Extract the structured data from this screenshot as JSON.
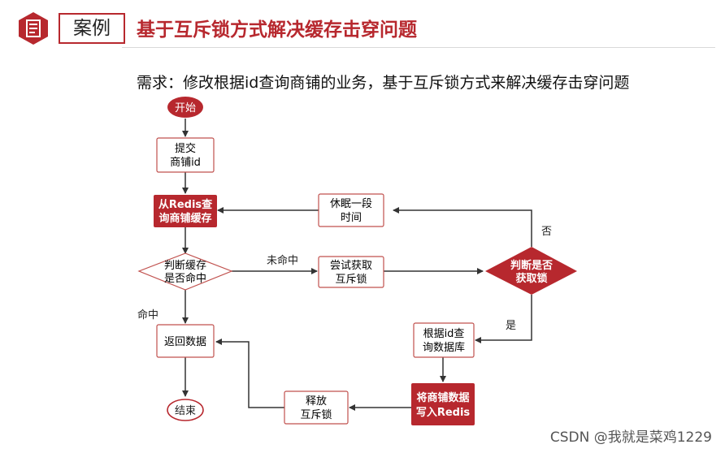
{
  "header": {
    "badge_label": "案例",
    "icon": "document-icon",
    "title": "基于互斥锁方式解决缓存击穿问题"
  },
  "requirement": "需求：修改根据id查询商铺的业务，基于互斥锁方式来解决缓存击穿问题",
  "flowchart": {
    "start": "开始",
    "submit_line1": "提交",
    "submit_line2": "商铺id",
    "query_cache_line1": "从Redis查",
    "query_cache_line2": "询商铺缓存",
    "sleep_line1": "休眠一段",
    "sleep_line2": "时间",
    "check_hit_line1": "判断缓存",
    "check_hit_line2": "是否命中",
    "try_lock_line1": "尝试获取",
    "try_lock_line2": "互斥锁",
    "check_lock_line1": "判断是否",
    "check_lock_line2": "获取锁",
    "return_data": "返回数据",
    "query_db_line1": "根据id查",
    "query_db_line2": "询数据库",
    "write_redis_line1": "将商铺数据",
    "write_redis_line2": "写入Redis",
    "release_line1": "释放",
    "release_line2": "互斥锁",
    "end": "结束",
    "label_miss": "未命中",
    "label_hit": "命中",
    "label_no": "否",
    "label_yes": "是"
  },
  "colors": {
    "accent": "#b7282e",
    "node_border": "#c0504d",
    "arrow": "#333333"
  },
  "watermark": "CSDN @我就是菜鸡1229"
}
